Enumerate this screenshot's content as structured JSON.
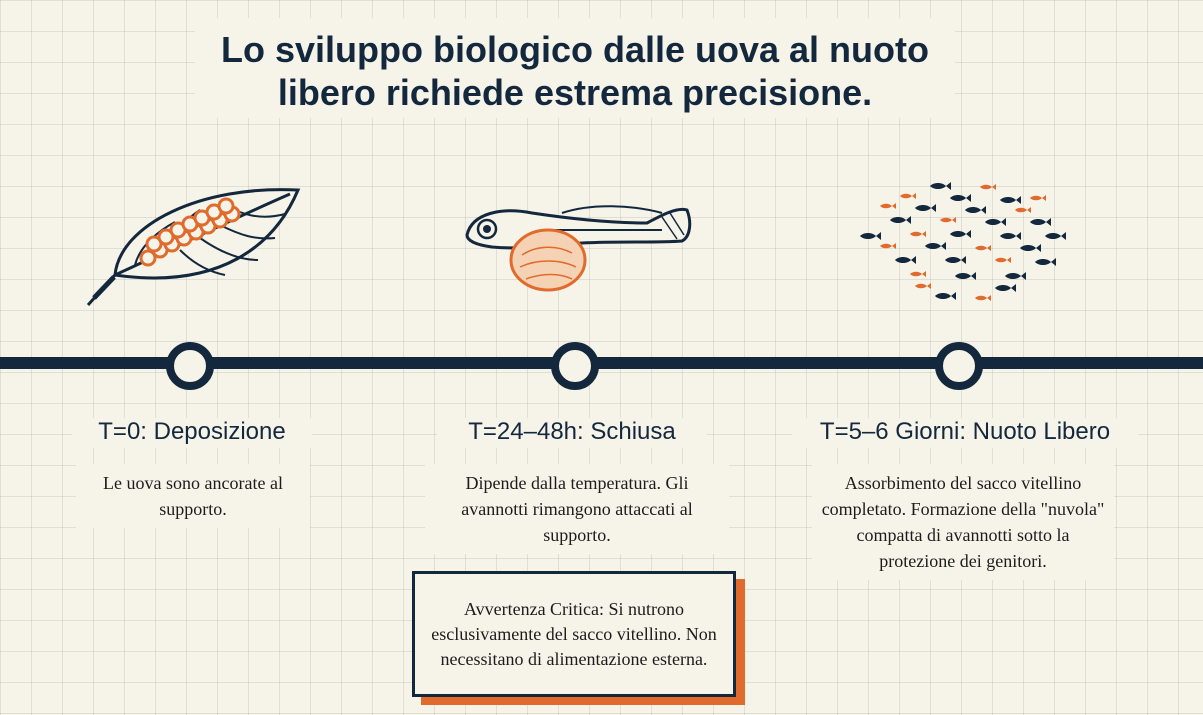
{
  "title": "Lo sviluppo biologico dalle uova al nuoto libero richiede estrema precisione.",
  "colors": {
    "navy": "#13283d",
    "orange": "#e06b2c",
    "paper": "#f6f3e9"
  },
  "stages": [
    {
      "icon": "leaf-with-eggs-icon",
      "title": "T=0: Deposizione",
      "description": "Le uova sono ancorate al supporto."
    },
    {
      "icon": "larva-with-yolk-sac-icon",
      "title": "T=24–48h: Schiusa",
      "description": "Dipende dalla temperatura. Gli avannotti rimangono attaccati al supporto."
    },
    {
      "icon": "fry-school-icon",
      "title": "T=5–6 Giorni: Nuoto Libero",
      "description": "Assorbimento del sacco vitellino completato. Formazione della \"nuvola\" compatta di avannotti sotto la protezione dei genitori."
    }
  ],
  "warning": "Avvertenza Critica: Si nutrono esclusivamente del sacco vitellino. Non necessitano di alimentazione esterna."
}
